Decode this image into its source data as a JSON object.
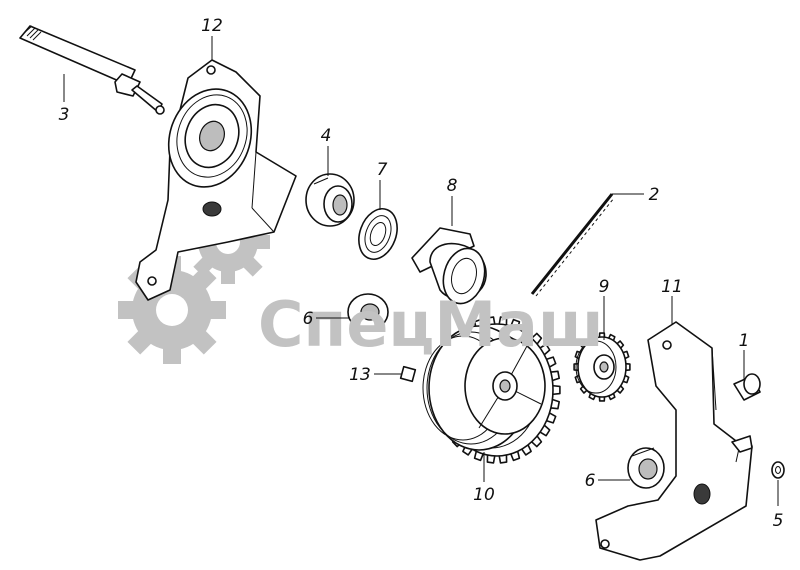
{
  "watermark": {
    "text": "СпецМаш",
    "color": "#c2c2c2"
  },
  "callouts": [
    {
      "id": "1",
      "label": "1"
    },
    {
      "id": "2",
      "label": "2"
    },
    {
      "id": "3",
      "label": "3"
    },
    {
      "id": "4",
      "label": "4"
    },
    {
      "id": "5",
      "label": "5"
    },
    {
      "id": "6a",
      "label": "6"
    },
    {
      "id": "6b",
      "label": "6"
    },
    {
      "id": "7",
      "label": "7"
    },
    {
      "id": "8",
      "label": "8"
    },
    {
      "id": "9",
      "label": "9"
    },
    {
      "id": "10",
      "label": "10"
    },
    {
      "id": "11",
      "label": "11"
    },
    {
      "id": "12",
      "label": "12"
    },
    {
      "id": "13",
      "label": "13"
    }
  ]
}
